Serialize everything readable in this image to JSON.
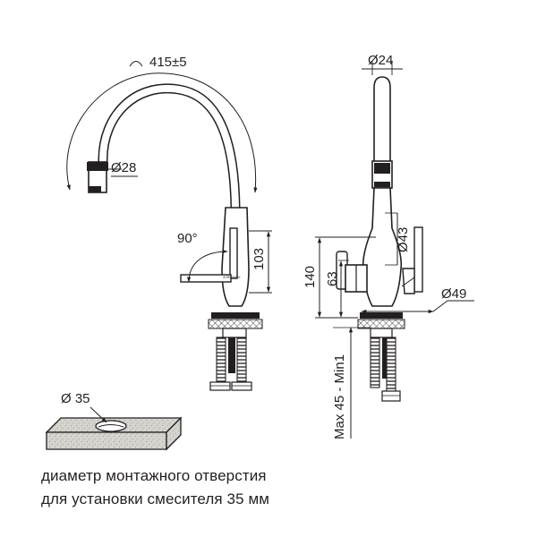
{
  "dimensions": {
    "reach": "415±5",
    "outlet_diameter": "Ø28",
    "swivel_angle": "90°",
    "lever_height": "103",
    "top_diameter": "Ø24",
    "body_diameter": "Ø43",
    "total_height": "140",
    "handle_height": "63",
    "base_diameter": "Ø49",
    "worktop_thickness": "Max 45 - Min1",
    "hole_diameter": "Ø 35"
  },
  "brand_mark": "ZORG/INOX",
  "caption": {
    "line1": "диаметр монтажного отверстия",
    "line2": "для установки смесителя 35 мм"
  }
}
